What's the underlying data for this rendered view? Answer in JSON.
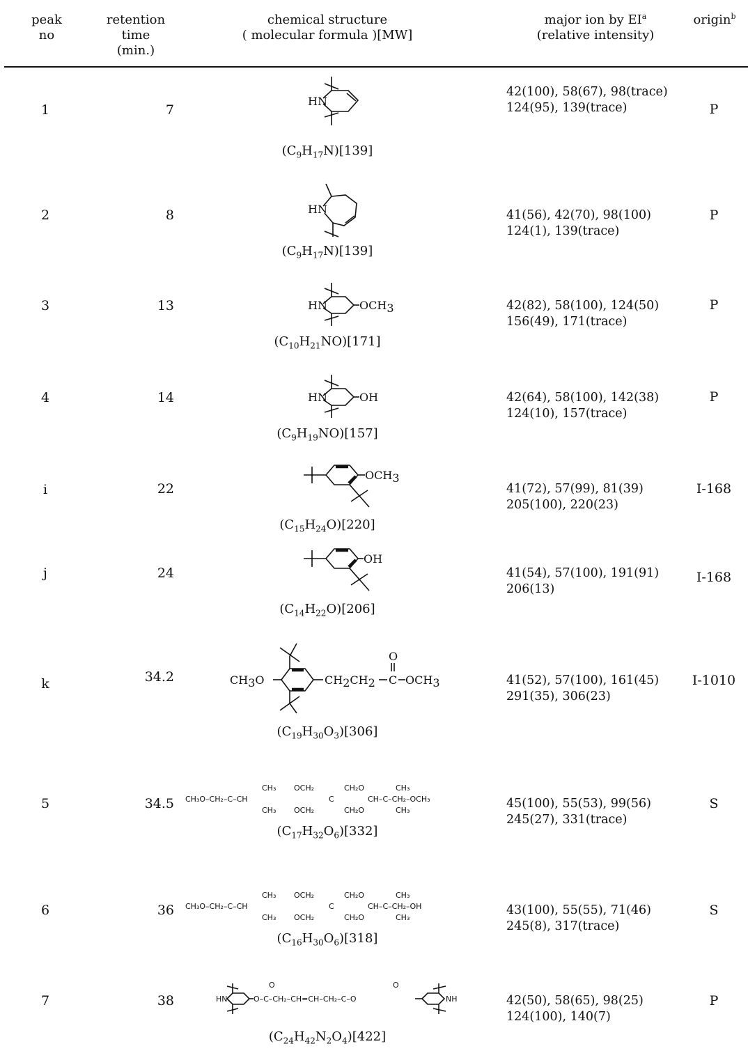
{
  "headers": {
    "peak_no": [
      "peak",
      "no"
    ],
    "retention_time": [
      "retention",
      "time",
      "(min.)"
    ],
    "structure": [
      "chemical structure",
      "( molecular formula )[MW]"
    ],
    "major_ion": [
      "major ion by EI",
      "(relative intensity)"
    ],
    "major_ion_sup": "a",
    "origin": "origin",
    "origin_sup": "b"
  },
  "rows": [
    {
      "peak": "1",
      "rt": "7",
      "formula_html": "(C<sub>9</sub>H<sub>17</sub>N)[139]",
      "ions": [
        "42(100), 58(67), 98(trace)",
        "124(95), 139(trace)"
      ],
      "origin": "P"
    },
    {
      "peak": "2",
      "rt": "8",
      "formula_html": "(C<sub>9</sub>H<sub>17</sub>N)[139]",
      "ions": [
        "41(56), 42(70), 98(100)",
        "124(1), 139(trace)"
      ],
      "origin": "P"
    },
    {
      "peak": "3",
      "rt": "13",
      "formula_html": "(C<sub>10</sub>H<sub>21</sub>NO)[171]",
      "ions": [
        "42(82), 58(100), 124(50)",
        "156(49), 171(trace)"
      ],
      "origin": "P"
    },
    {
      "peak": "4",
      "rt": "14",
      "formula_html": "(C<sub>9</sub>H<sub>19</sub>NO)[157]",
      "ions": [
        "42(64), 58(100), 142(38)",
        "124(10), 157(trace)"
      ],
      "origin": "P"
    },
    {
      "peak": "i",
      "rt": "22",
      "formula_html": "(C<sub>15</sub>H<sub>24</sub>O)[220]",
      "ions": [
        "41(72), 57(99), 81(39)",
        "205(100), 220(23)"
      ],
      "origin": "I-168"
    },
    {
      "peak": "j",
      "rt": "24",
      "formula_html": "(C<sub>14</sub>H<sub>22</sub>O)[206]",
      "ions": [
        "41(54), 57(100), 191(91)",
        "206(13)"
      ],
      "origin": "I-168"
    },
    {
      "peak": "k",
      "rt": "34.2",
      "formula_html": "(C<sub>19</sub>H<sub>30</sub>O<sub>3</sub>)[306]",
      "ions": [
        "41(52), 57(100), 161(45)",
        "291(35), 306(23)"
      ],
      "origin": "I-1010"
    },
    {
      "peak": "5",
      "rt": "34.5",
      "formula_html": "(C<sub>17</sub>H<sub>32</sub>O<sub>6</sub>)[332]",
      "ions": [
        "45(100), 55(53), 99(56)",
        "245(27), 331(trace)"
      ],
      "origin": "S"
    },
    {
      "peak": "6",
      "rt": "36",
      "formula_html": "(C<sub>16</sub>H<sub>30</sub>O<sub>6</sub>)[318]",
      "ions": [
        "43(100), 55(55), 71(46)",
        "245(8), 317(trace)"
      ],
      "origin": "S"
    },
    {
      "peak": "7",
      "rt": "38",
      "formula_html": "(C<sub>24</sub>H<sub>42</sub>N<sub>2</sub>O<sub>4</sub>)[422]",
      "ions": [
        "42(50), 58(65), 98(25)",
        "124(100), 140(7)"
      ],
      "origin": "P"
    }
  ],
  "structure_labels": {
    "hn": "HN",
    "nh": "NH",
    "och3": "OCH",
    "three": "3",
    "oh": "OH",
    "o": "O",
    "c": "C",
    "ch3o": "CH",
    "ch2ch2": "CH",
    "ch3_small": "CH₃",
    "ch3o_chain": "CH₃O–CH₂–C–CH",
    "och2": "OCH₂",
    "ch2o": "CH₂O",
    "c_mid": "C",
    "ch_right": "CH–C–CH₂–OCH₃",
    "ch_right_oh": "CH–C–CH₂–OH",
    "diester_mid": "O–C–CH₂–CH=CH–CH₂–C–O"
  }
}
